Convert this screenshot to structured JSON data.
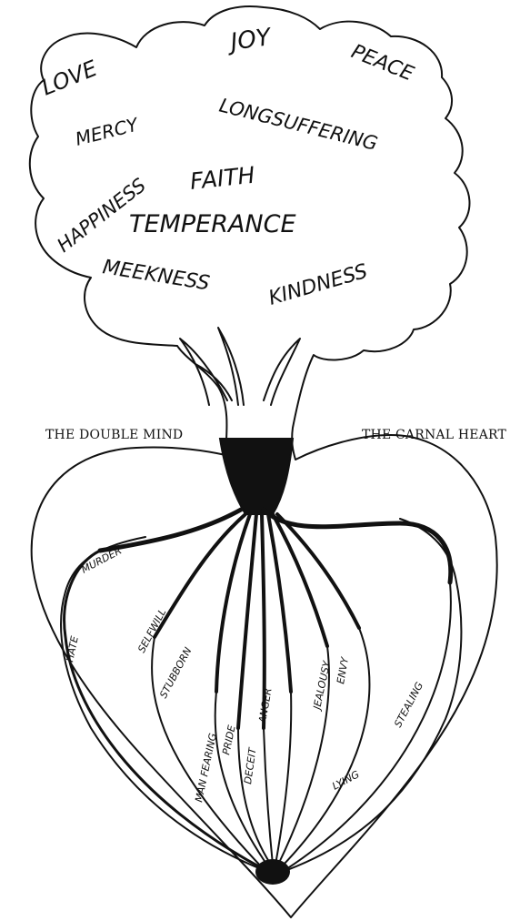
{
  "captions": {
    "left": "THE DOUBLE MIND",
    "right": "THE CARNAL HEART"
  },
  "fruits": {
    "love": "LOVE",
    "joy": "JOY",
    "peace": "PEACE",
    "mercy": "MERCY",
    "longsuffering": "LONGSUFFERING",
    "happiness": "HAPPINESS",
    "faith": "FAITH",
    "temperance": "TEMPERANCE",
    "meekness": "MEEKNESS",
    "kindness": "KINDNESS"
  },
  "roots": {
    "murder": "MURDER",
    "hate": "HATE",
    "selfwill": "SELFWILL",
    "stubborn": "STUBBORN",
    "man_fearing": "MAN FEARING",
    "pride": "PRIDE",
    "deceit": "DECEIT",
    "anger": "ANGER",
    "jealousy": "JEALOUSY",
    "envy": "ENVY",
    "stealing": "STEALING",
    "lying": "LYING"
  },
  "colors": {
    "ink": "#111111",
    "paper": "#ffffff"
  }
}
